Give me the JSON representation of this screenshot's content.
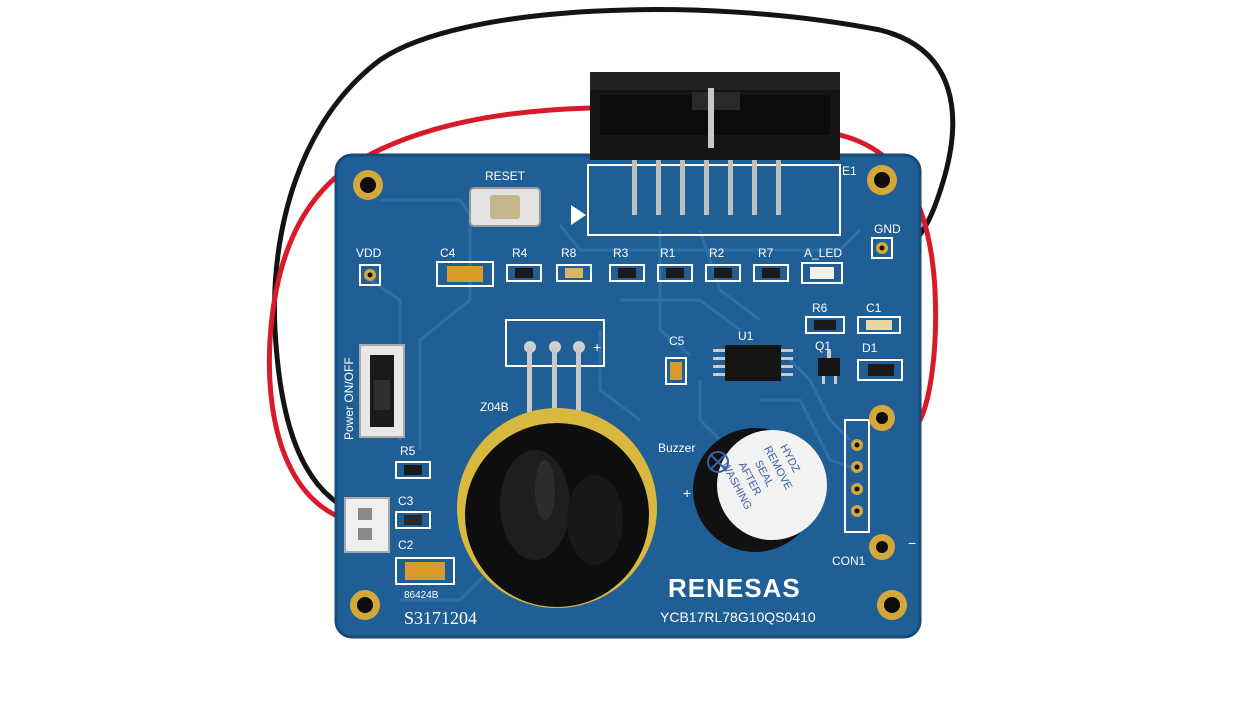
{
  "image": {
    "kind": "photo",
    "subject": "Renesas evaluation PCB with JTAG header, buzzer and sensor"
  },
  "board": {
    "brand": "RENESAS",
    "model_code": "YCB17RL78G10QS0410",
    "serial": "S3171204",
    "batch": "86424B",
    "header_ref": "E1",
    "reset_label": "RESET",
    "power_switch_label": "Power ON/OFF",
    "vdd_label": "VDD",
    "gnd_label": "GND",
    "sensor_label": "Z04B",
    "buzzer_label": "Buzzer",
    "connector_label": "CON1",
    "ic_label": "U1",
    "transistor_label": "Q1",
    "led_label": "A_LED",
    "plus_sign": "+",
    "minus_sign": "−",
    "sticker_lines": [
      "HYDZ",
      "REMOVE",
      "SEAL",
      "AFTER",
      "WASHING"
    ],
    "components": {
      "c4": "C4",
      "r4": "R4",
      "r8": "R8",
      "r3": "R3",
      "r1": "R1",
      "r2": "R2",
      "r7": "R7",
      "r6": "R6",
      "c1": "C1",
      "c5": "C5",
      "d1": "D1",
      "r5": "R5",
      "c3": "C3",
      "c2": "C2"
    }
  },
  "colors": {
    "pcb": "#1f5f96",
    "pcb_dark": "#174a78",
    "trace": "#2d72aa",
    "pad_gold": "#d4a73a",
    "wire_red": "#d91a2a",
    "wire_black": "#141414",
    "silkscreen": "#ffffff"
  }
}
